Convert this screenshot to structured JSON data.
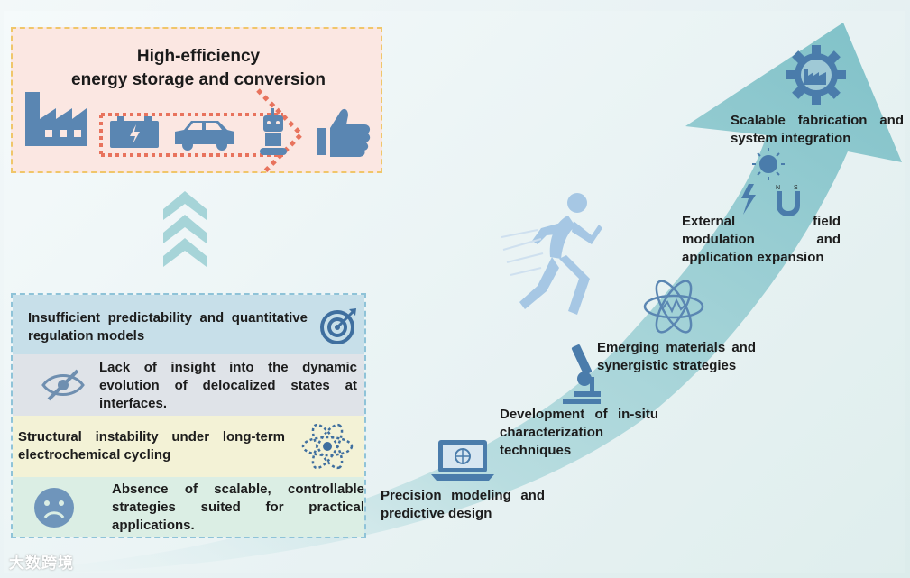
{
  "goal": {
    "title_line1": "High-efficiency",
    "title_line2": "energy storage and conversion",
    "icons": [
      "factory-icon",
      "battery-icon",
      "car-icon",
      "robot-icon",
      "thumbs-up-icon"
    ]
  },
  "challenges": [
    {
      "text": "Insufficient predictability and quantitative regulation models",
      "icon": "target-icon"
    },
    {
      "text": "Lack of insight into the dynamic evolution of delocalized states at interfaces.",
      "icon": "eye-slash-icon"
    },
    {
      "text": "Structural instability under long-term electrochemical cycling",
      "icon": "atom-icon"
    },
    {
      "text": "Absence of scalable, controllable strategies suited for practical applications.",
      "icon": "sad-face-icon"
    }
  ],
  "stages": [
    {
      "text": "Precision modeling and predictive design",
      "icon": "laptop-icon"
    },
    {
      "text": "Development of in-situ characterization techniques",
      "icon": "microscope-icon"
    },
    {
      "text": "Emerging materials and synergistic strategies",
      "icon": "atom-icon"
    },
    {
      "text": "External field modulation and application expansion",
      "icon": "field-icon"
    },
    {
      "text": "Scalable fabrication and system integration",
      "icon": "gear-factory-icon"
    }
  ],
  "watermark": "大数跨境",
  "colors": {
    "icon_blue": "#5a86b2",
    "arrow_teal": "#8fc9cf",
    "goal_bg": "#fbe7e2",
    "goal_border": "#f0c66a",
    "dotted_red": "#e8735d",
    "row1_bg": "#c7dfe9",
    "row2_bg": "#dfe3e8",
    "row3_bg": "#f3f2d6",
    "row4_bg": "#dbeee4"
  }
}
